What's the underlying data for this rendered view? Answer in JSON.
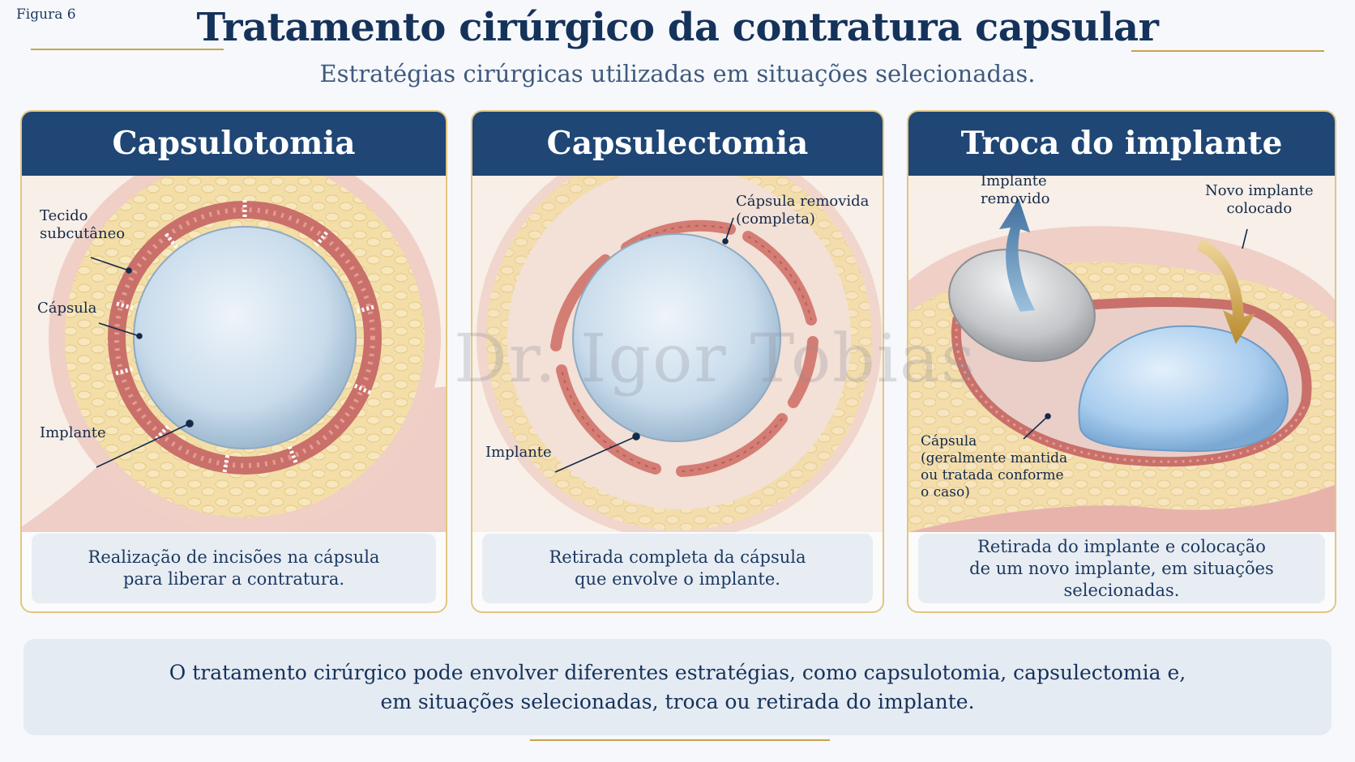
{
  "figure_label": "Figura 6",
  "title": "Tratamento cirúrgico da contratura capsular",
  "subtitle": "Estratégias cirúrgicas utilizadas em situações selecionadas.",
  "watermark": "Dr. Igor Tobias",
  "colors": {
    "header": "#1f4674",
    "accent_gold": "#c9a24a",
    "capsule": "#d9847b",
    "fat": "#f3dea8",
    "implant": "#c9dcec",
    "new_implant": "#a9cdee",
    "removed_implant": "#c4c6c9"
  },
  "panels": [
    {
      "title": "Capsulotomia",
      "labels": {
        "tissue_1": "Tecido",
        "tissue_2": "subcutâneo",
        "capsule": "Cápsula",
        "implant": "Implante"
      },
      "caption_1": "Realização de incisões na cápsula",
      "caption_2": "para liberar a contratura."
    },
    {
      "title": "Capsulectomia",
      "labels": {
        "removed_1": "Cápsula removida",
        "removed_2": "(completa)",
        "implant": "Implante"
      },
      "caption_1": "Retirada completa da cápsula",
      "caption_2": "que envolve o implante."
    },
    {
      "title": "Troca  do implante",
      "labels": {
        "removed_1": "Implante",
        "removed_2": "removido",
        "new_1": "Novo implante",
        "new_2": "colocado",
        "capsule_1": "Cápsula",
        "capsule_2": "(geralmente mantida",
        "capsule_3": "ou tratada conforme",
        "capsule_4": "o caso)"
      },
      "caption_1": "Retirada do implante e colocação",
      "caption_2": "de um novo implante, em situações selecionadas."
    }
  ],
  "footer_1": "O tratamento cirúrgico pode envolver diferentes estratégias, como capsulotomia, capsulectomia e,",
  "footer_2": "em situações selecionadas, troca ou retirada do implante."
}
